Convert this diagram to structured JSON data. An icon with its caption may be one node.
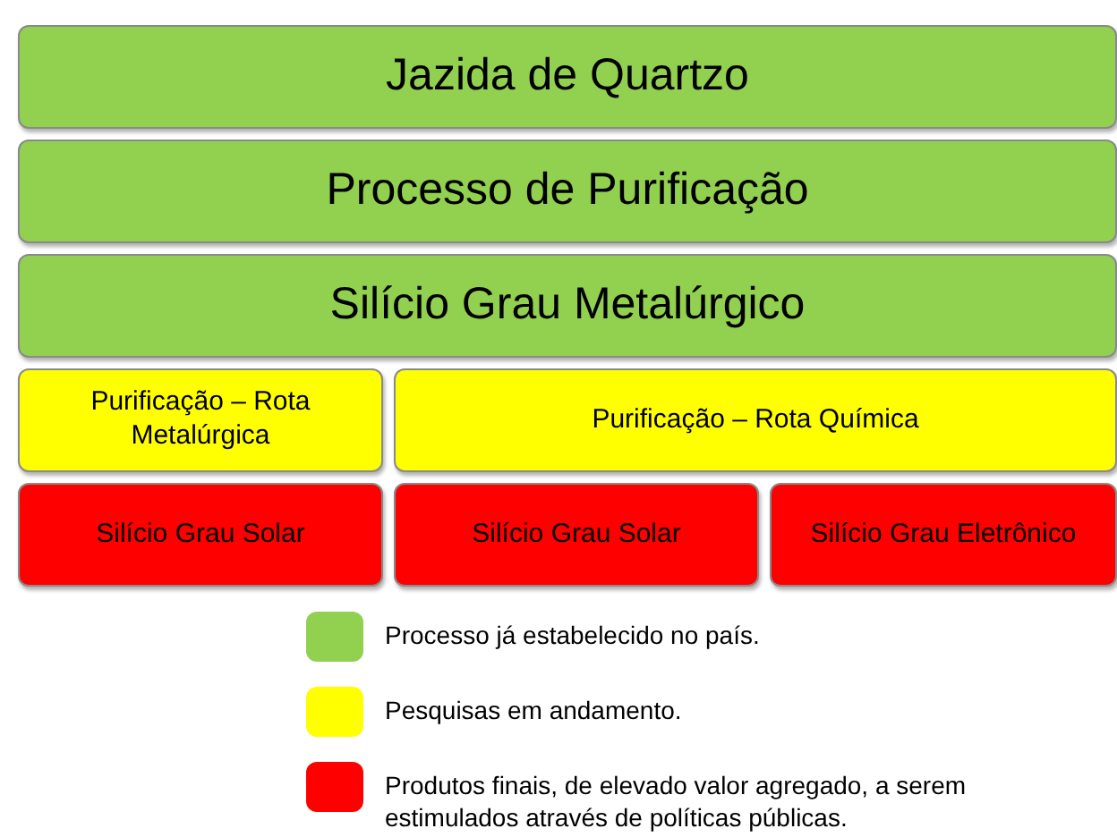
{
  "diagram": {
    "nodes": [
      {
        "text": [
          "Jazida de Quartzo"
        ]
      },
      {
        "text": [
          "Processo de Purificação"
        ]
      },
      {
        "text": [
          "Silício Grau Metalúrgico"
        ]
      },
      {
        "text": [
          "Purificação – Rota Metalúrgica"
        ]
      },
      {
        "text": [
          "Purificação – Rota Química"
        ]
      },
      {
        "text": [
          "Silício Grau Solar"
        ]
      },
      {
        "text": [
          "Silício Grau Solar"
        ]
      },
      {
        "text": [
          "Silício Grau Eletrônico"
        ]
      }
    ],
    "edges": [],
    "legend": [
      {
        "text": "Processo já estabelecido no país.",
        "color": "#92d050"
      },
      {
        "text": "Pesquisas em andamento.",
        "color": "#ffff00"
      },
      {
        "text": "Produtos finais, de elevado valor agregado, a serem estimulados através de políticas públicas.",
        "color": "#ff0000"
      }
    ]
  }
}
